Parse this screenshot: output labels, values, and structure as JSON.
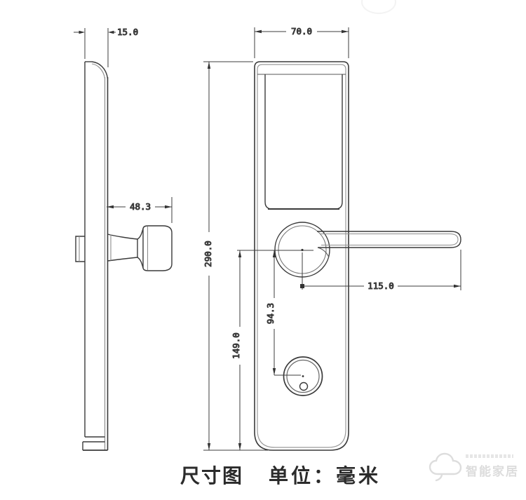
{
  "drawing": {
    "caption": {
      "title": "尺寸图",
      "unit_label": "单位：毫米"
    },
    "dimensions": {
      "plate_thickness": "15.0",
      "plate_width": "70.0",
      "handle_depth": "48.3",
      "plate_height": "290.0",
      "lever_length": "115.0",
      "handle_to_cylinder": "94.3",
      "handle_to_bottom": "149.0"
    },
    "watermark": {
      "text": "智能家居"
    },
    "colors": {
      "line": "#3a3a3a",
      "inner_line": "#8d8d8d",
      "caption_text": "#2b2b2b",
      "watermark_gray": "#d6d6d6"
    }
  }
}
